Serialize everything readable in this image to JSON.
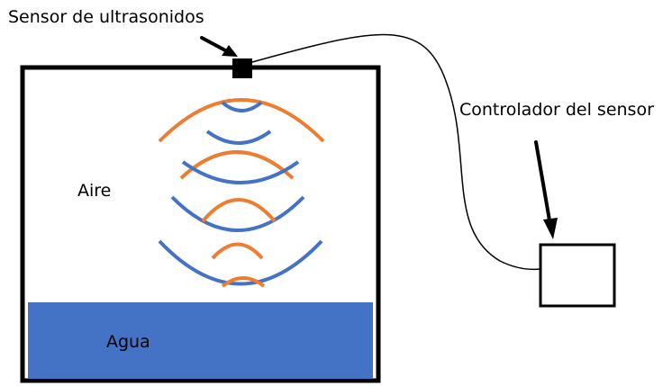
{
  "labels": {
    "sensor": "Sensor de ultrasonidos",
    "controller": "Controlador del sensor",
    "air": "Aire",
    "water": "Agua"
  },
  "colors": {
    "water": "#4472c4",
    "wave_blue": "#4472c4",
    "wave_orange": "#ed7d31",
    "outline": "#000000"
  }
}
